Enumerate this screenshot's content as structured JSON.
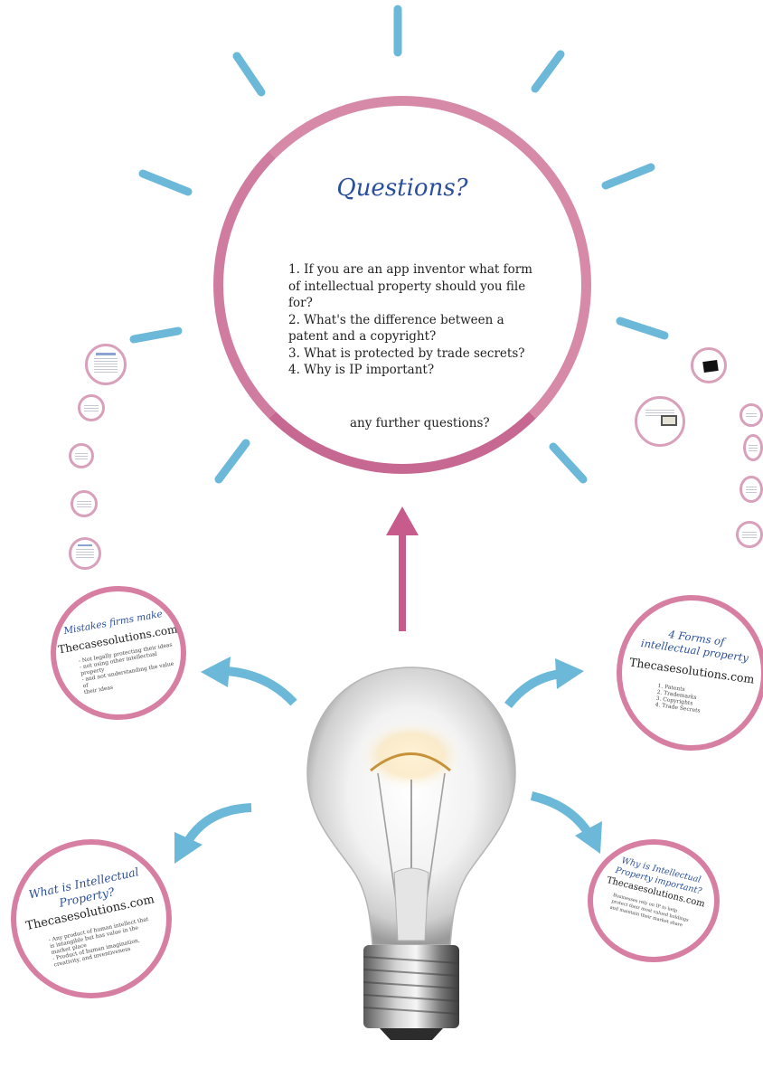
{
  "main": {
    "title": "Questions?",
    "questions": [
      "1. If you are an app inventor what form",
      "of intellectual property should you file",
      "for?",
      "2. What's the difference between a",
      "patent and a copyright?",
      "3. What is protected by trade secrets?",
      "4. Why is IP important?"
    ],
    "further": "any further questions?"
  },
  "circles": {
    "mistakes": {
      "title": "Mistakes firms make",
      "site": "Thecasesolutions.com",
      "bullets": [
        "- Not legally protecting their ideas",
        "- not using other intellectual property",
        "- and not understanding the value of",
        "  their ideas"
      ]
    },
    "forms": {
      "title_line1": "4 Forms of",
      "title_line2": "intellectual property",
      "site": "Thecasesolutions.com",
      "items": [
        "1. Patents",
        "2. Trademarks",
        "3. Copyrights",
        "4. Trade Secrets"
      ]
    },
    "what_is": {
      "title_line1": "What is Intellectual",
      "title_line2": "Property?",
      "site": "Thecasesolutions.com",
      "bullets": [
        "- Any product of human intellect that",
        "  is intangible but has value in the",
        "  market place",
        "- Product of human imagination,",
        "  creativity, and inventiveness"
      ]
    },
    "why": {
      "title_line1": "Why is Intellectual",
      "title_line2": "Property important?",
      "site": "Thecasesolutions.com",
      "bullets": [
        "Businesses rely on IP to help",
        "protect their most valued holdings",
        "and maintain their market share"
      ]
    }
  },
  "colors": {
    "ray": "#6bb8d9",
    "arrow_blue": "#6bb8d9",
    "arrow_pink": "#c75b8c",
    "ring": "#d68aa8",
    "title": "#2a4f9c"
  }
}
